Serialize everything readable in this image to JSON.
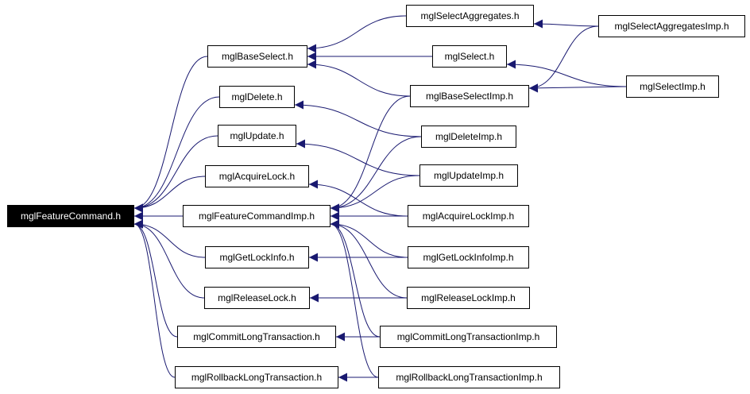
{
  "diagram": {
    "colors": {
      "edge": "#191970",
      "root_fill": "#000000",
      "root_text": "#ffffff",
      "node_border": "#000000"
    },
    "nodes": {
      "root": "mglFeatureCommand.h",
      "select_aggregates": "mglSelectAggregates.h",
      "select_aggregates_imp": "mglSelectAggregatesImp.h",
      "base_select": "mglBaseSelect.h",
      "select": "mglSelect.h",
      "select_imp": "mglSelectImp.h",
      "base_select_imp": "mglBaseSelectImp.h",
      "delete": "mglDelete.h",
      "delete_imp": "mglDeleteImp.h",
      "update": "mglUpdate.h",
      "update_imp": "mglUpdateImp.h",
      "acquire_lock": "mglAcquireLock.h",
      "feature_command_imp": "mglFeatureCommandImp.h",
      "acquire_lock_imp": "mglAcquireLockImp.h",
      "get_lock_info": "mglGetLockInfo.h",
      "get_lock_info_imp": "mglGetLockInfoImp.h",
      "release_lock": "mglReleaseLock.h",
      "release_lock_imp": "mglReleaseLockImp.h",
      "commit_long_transaction": "mglCommitLongTransaction.h",
      "commit_long_transaction_imp": "mglCommitLongTransactionImp.h",
      "rollback_long_transaction": "mglRollbackLongTransaction.h",
      "rollback_long_transaction_imp": "mglRollbackLongTransactionImp.h"
    },
    "edges": [
      {
        "from": "base_select",
        "to": "root"
      },
      {
        "from": "delete",
        "to": "root"
      },
      {
        "from": "update",
        "to": "root"
      },
      {
        "from": "acquire_lock",
        "to": "root"
      },
      {
        "from": "feature_command_imp",
        "to": "root"
      },
      {
        "from": "get_lock_info",
        "to": "root"
      },
      {
        "from": "release_lock",
        "to": "root"
      },
      {
        "from": "commit_long_transaction",
        "to": "root"
      },
      {
        "from": "rollback_long_transaction",
        "to": "root"
      },
      {
        "from": "select_aggregates",
        "to": "base_select"
      },
      {
        "from": "select",
        "to": "base_select"
      },
      {
        "from": "base_select_imp",
        "to": "base_select"
      },
      {
        "from": "select_aggregates_imp",
        "to": "select_aggregates"
      },
      {
        "from": "select_imp",
        "to": "select"
      },
      {
        "from": "select_aggregates_imp",
        "to": "base_select_imp"
      },
      {
        "from": "select_imp",
        "to": "base_select_imp"
      },
      {
        "from": "delete_imp",
        "to": "delete"
      },
      {
        "from": "update_imp",
        "to": "update"
      },
      {
        "from": "acquire_lock_imp",
        "to": "acquire_lock"
      },
      {
        "from": "get_lock_info_imp",
        "to": "get_lock_info"
      },
      {
        "from": "release_lock_imp",
        "to": "release_lock"
      },
      {
        "from": "commit_long_transaction_imp",
        "to": "commit_long_transaction"
      },
      {
        "from": "rollback_long_transaction_imp",
        "to": "rollback_long_transaction"
      },
      {
        "from": "base_select_imp",
        "to": "feature_command_imp"
      },
      {
        "from": "delete_imp",
        "to": "feature_command_imp"
      },
      {
        "from": "update_imp",
        "to": "feature_command_imp"
      },
      {
        "from": "acquire_lock_imp",
        "to": "feature_command_imp"
      },
      {
        "from": "get_lock_info_imp",
        "to": "feature_command_imp"
      },
      {
        "from": "release_lock_imp",
        "to": "feature_command_imp"
      },
      {
        "from": "commit_long_transaction_imp",
        "to": "feature_command_imp"
      },
      {
        "from": "rollback_long_transaction_imp",
        "to": "feature_command_imp"
      }
    ]
  }
}
